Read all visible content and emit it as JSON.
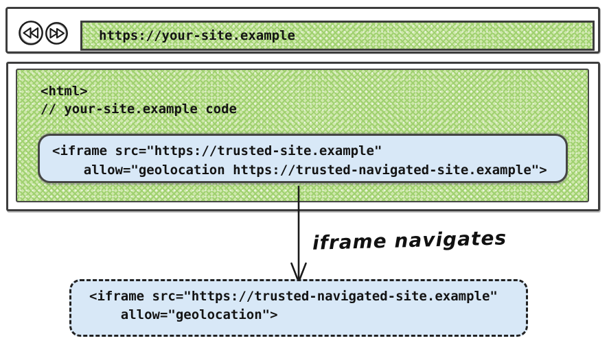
{
  "browser": {
    "url": "https://your-site.example",
    "back_icon": "rewind-icon",
    "forward_icon": "fast-forward-icon"
  },
  "site_code": {
    "line1": "<html>",
    "line2": "// your-site.example code"
  },
  "iframe_before": {
    "line1": "<iframe src=\"https://trusted-site.example\"",
    "line2": "    allow=\"geolocation https://trusted-navigated-site.example\">"
  },
  "arrow_label": "iframe navigates",
  "iframe_after": {
    "line1": "<iframe src=\"https://trusted-navigated-site.example\"",
    "line2": "    allow=\"geolocation\">"
  },
  "colors": {
    "green_base": "#cfe8ac",
    "green_hatch": "#a0d170",
    "blue_fill": "#d8e8f7",
    "border": "#3d3d3d"
  }
}
